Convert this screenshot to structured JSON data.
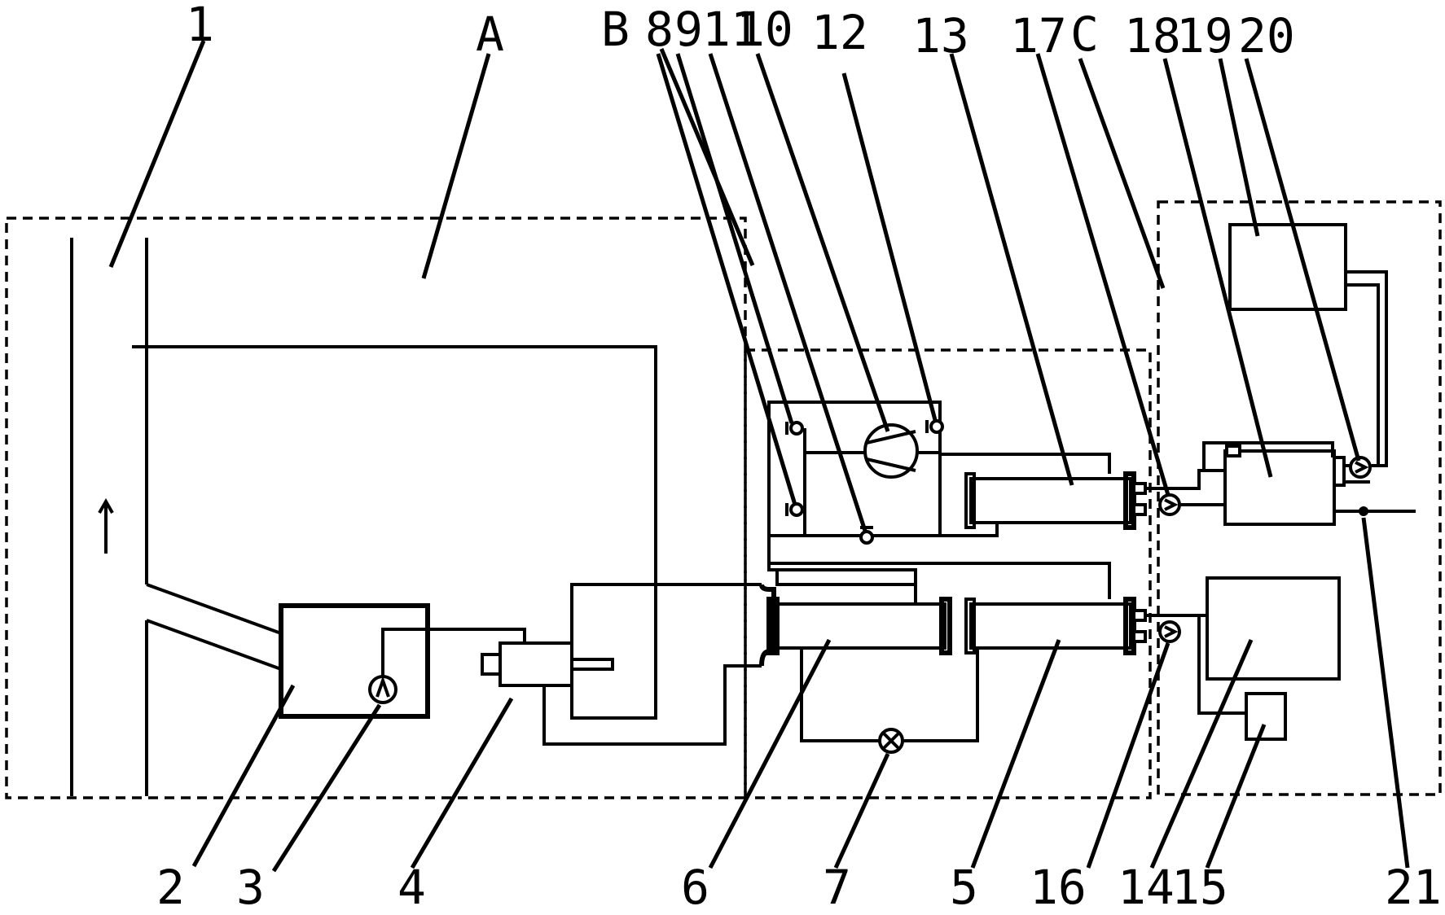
{
  "labels": {
    "l1": "1",
    "lA": "A",
    "lB": "B",
    "l8": "8",
    "l9": "9",
    "l11": "11",
    "l10": "10",
    "l12": "12",
    "l13": "13",
    "l17": "17",
    "lC": "C",
    "l18": "18",
    "l19": "19",
    "l20": "20",
    "l2": "2",
    "l3": "3",
    "l4": "4",
    "l6": "6",
    "l7": "7",
    "l5": "5",
    "l16": "16",
    "l14": "14",
    "l15": "15",
    "l21": "21"
  }
}
